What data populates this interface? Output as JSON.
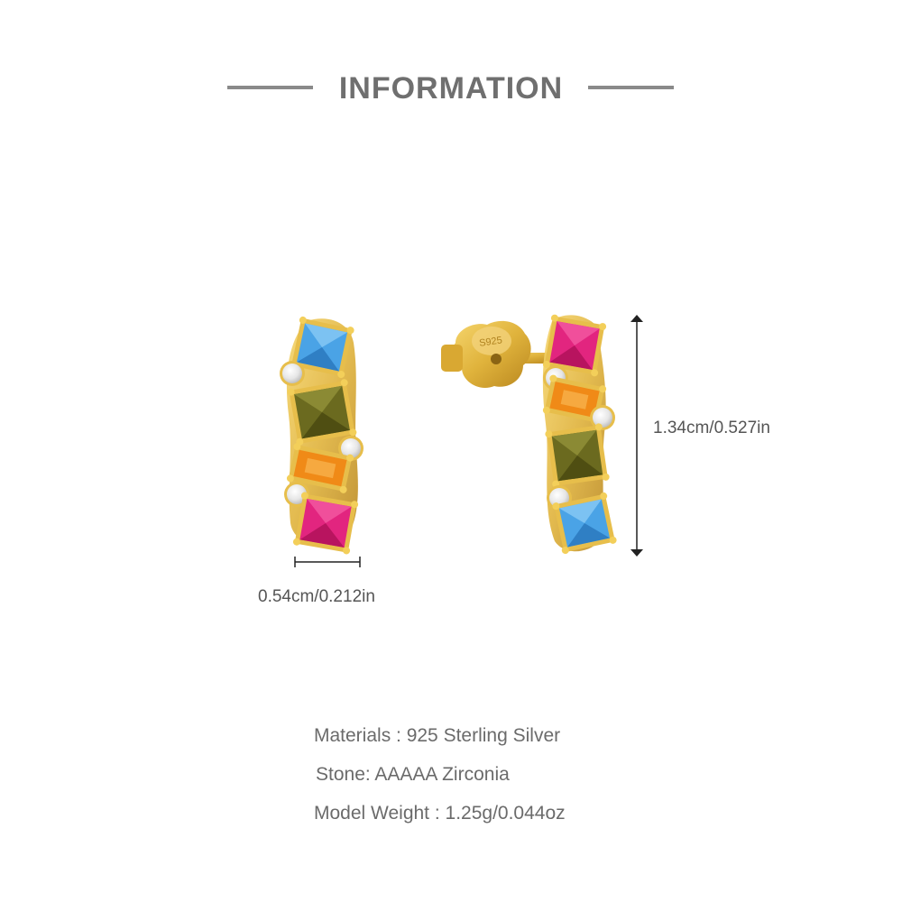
{
  "header": {
    "title": "INFORMATION"
  },
  "dimensions": {
    "width_label": "0.54cm/0.212in",
    "height_label": "1.34cm/0.527in"
  },
  "specs": [
    "Materials : 925 Sterling Silver",
    "Stone: AAAAA Zirconia",
    "Model Weight : 1.25g/0.044oz"
  ],
  "product": {
    "name": "earring",
    "stamp": "S925",
    "stone_colors": {
      "blue": "#4aa3e6",
      "olive": "#6b6a1f",
      "orange": "#f08a17",
      "pink": "#e2257f",
      "clear": "#f2f2f2",
      "gold": "#e0b33c"
    }
  },
  "colors": {
    "title": "#6f6f6f",
    "rule": "#8a8a8a",
    "text": "#6b6b6b"
  }
}
